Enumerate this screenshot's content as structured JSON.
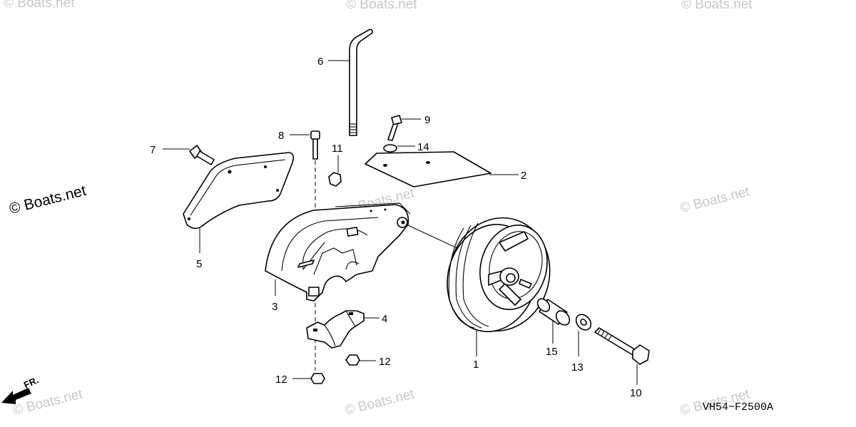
{
  "watermarks": {
    "main": "© Boats.net",
    "faint": "© Boats.net"
  },
  "callouts": [
    "1",
    "2",
    "3",
    "4",
    "5",
    "6",
    "7",
    "8",
    "9",
    "10",
    "11",
    "12",
    "12",
    "13",
    "14",
    "15"
  ],
  "direction_label": "FR.",
  "diagram_code": "VH54−F2500A"
}
